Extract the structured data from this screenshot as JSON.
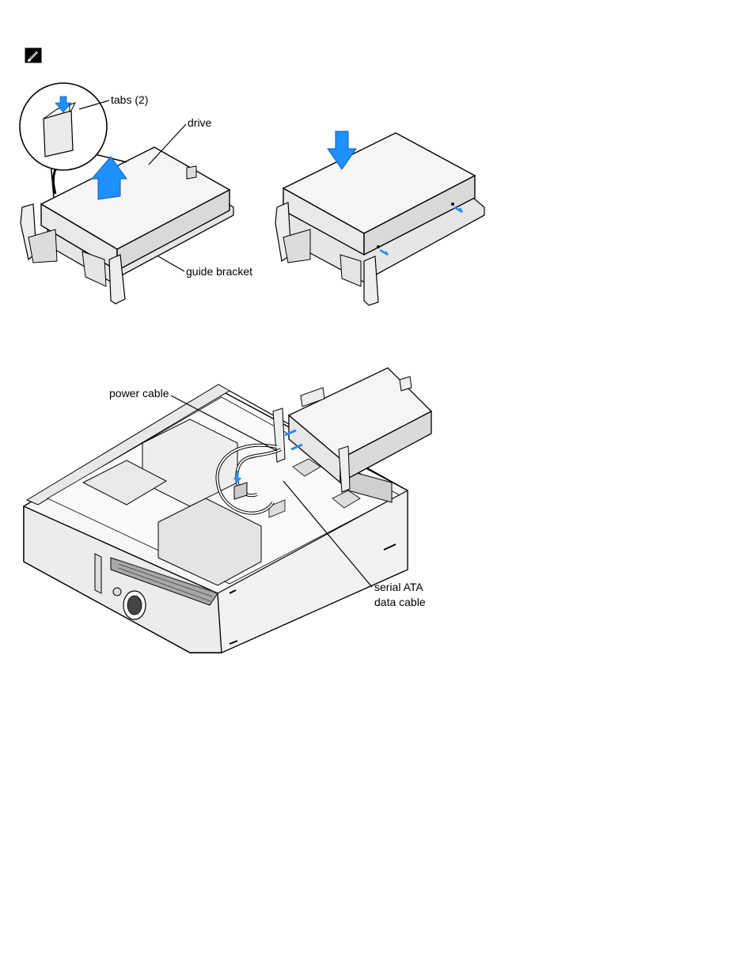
{
  "note_icon": "pencil-note-icon",
  "figure1": {
    "labels": {
      "tabs": "tabs (2)",
      "drive": "drive",
      "guide_bracket": "guide bracket"
    }
  },
  "figure2": {
    "labels": {
      "power_cable": "power cable",
      "sata_line1": "serial ATA",
      "sata_line2": "data cable"
    }
  },
  "colors": {
    "arrow_blue": "#1e90ff",
    "line": "#000000",
    "drive_face": "#f3f3f3"
  }
}
